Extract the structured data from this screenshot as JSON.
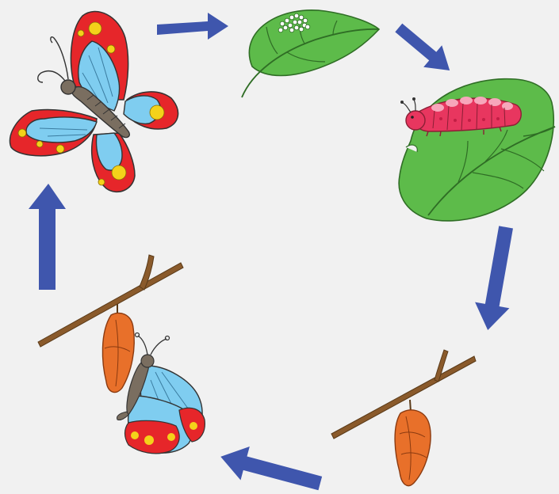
{
  "diagram": {
    "type": "cycle",
    "stages": [
      {
        "id": "egg",
        "icon": "eggs-on-leaf-icon"
      },
      {
        "id": "caterpillar",
        "icon": "caterpillar-on-leaf-icon"
      },
      {
        "id": "pupa",
        "icon": "chrysalis-on-twig-icon"
      },
      {
        "id": "emerging",
        "icon": "butterfly-emerging-from-chrysalis-icon"
      },
      {
        "id": "adult",
        "icon": "butterfly-icon"
      }
    ],
    "arrow_count": 5
  },
  "colors": {
    "background": "#f1f1f1",
    "arrow": "#3f56ad",
    "leaf": "#5dbb4a",
    "leaf_vein": "#2f6d25",
    "caterpillar": "#e8365f",
    "caterpillar_stripe": "#f7a6bb",
    "chrysalis": "#e8702a",
    "twig": "#8a5a2b",
    "wing_red": "#e6262a",
    "wing_blue": "#7fcdf0",
    "wing_spot": "#f4d21a",
    "body": "#7a6e60"
  }
}
